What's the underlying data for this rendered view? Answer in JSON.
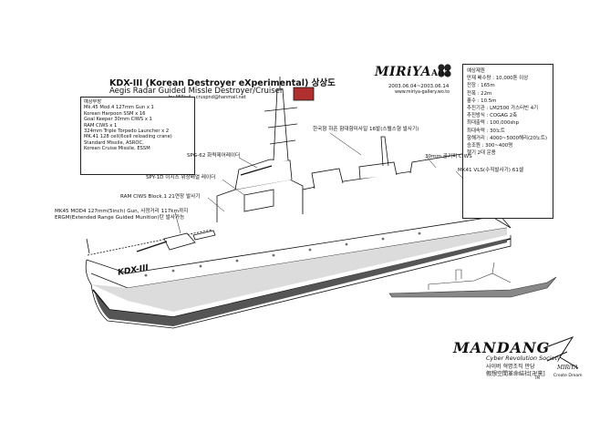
{
  "header": {
    "title": "KDX-III (Korean Destroyer eXperimental) 상상도",
    "subtitle": "Aegis Radar Guided Missle Destroyer/Cruiser",
    "byline": "by MIRiyA - cruspnd@hanmail.net"
  },
  "weapons": {
    "heading": "예상무장",
    "items": [
      "Mk.45 Mod.4 127mm Gun x 1",
      "Korean Harpoon SSM x 16",
      "Goal Keeper 30mm CIWS x 1",
      "RAM CIWS x 1",
      "324mm Triple Torpedo Launcher x 2",
      "MK.41 128 cell(6cell reloading crane)",
      "Standard Missile, ASROC,",
      "Korean Cruise Missile, ESSM"
    ]
  },
  "logo": {
    "name": "MIRiYA",
    "code": "A02",
    "dates": "2003.06.04~2003.06.14",
    "site": "www.miriya-gallery.wo.to"
  },
  "specs": {
    "heading": "예상제원",
    "items": [
      "만재 배수량 : 10,000톤 이상",
      "전장 : 165m",
      "전폭 : 22m",
      "흘수 : 10.5m",
      "추진기관 : LM2500 가스터빈 4기",
      "추진방식 : COGAG 2축",
      "최대출력 : 100,000shp",
      "최대속력 : 30노트",
      "항해거리 : 4000~5000해리(20노트)",
      "승조원 : 300~400명",
      "헬기 2대 운용"
    ]
  },
  "annotations": {
    "harpoon": "한국형 하픈 함대함미사일 16발(스텔스형 발사기)",
    "spg62": "SPG-62 화력제어레이더",
    "spy1d": "SPY-1D 이지스 위상배열 레이더",
    "ram": "RAM CIWS Block.1 21연장 발사기",
    "mk45": "MK45 MOD4 127mm(5inch) Gun, 사정거리 117km까지",
    "ergm": "ERGM(Extended Range Guided Munition)탄 발사가능",
    "goalkeeper": "30mm 골키퍼 CIWS",
    "mk41": "MK41 VLS(수직발사기) 61셀"
  },
  "hull": {
    "label": "KDX-III"
  },
  "footer": {
    "brand": "MANDANG",
    "tagline": "Cyber Revolution Society",
    "korean": "사이버 혁명조직 만당",
    "chinese": "假想空間革命結社[卍黨]",
    "tm": "TM",
    "signature": "MIRiYA",
    "credit": "Create Dream"
  },
  "colors": {
    "ink": "#111111",
    "flag": "#b03030"
  }
}
